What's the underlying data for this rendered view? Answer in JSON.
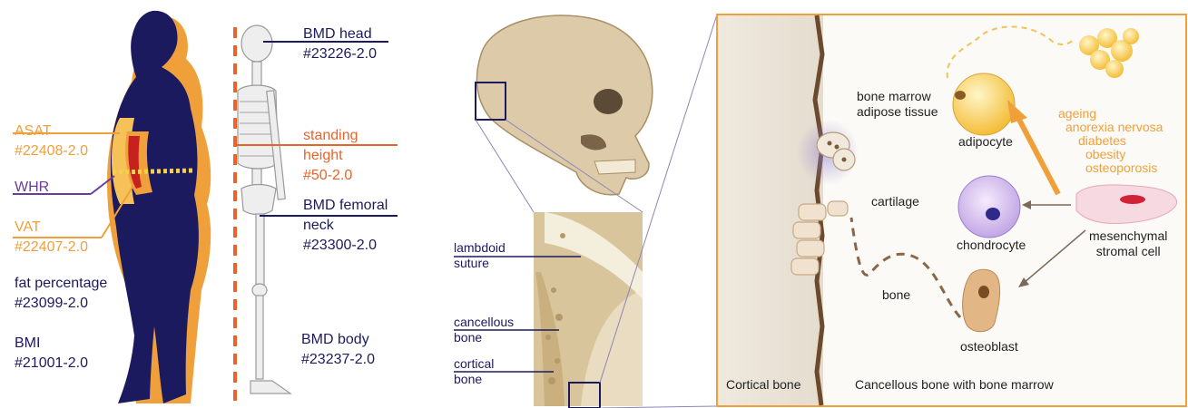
{
  "body_panel": {
    "asat": {
      "name": "ASAT",
      "code": "#22408-2.0"
    },
    "whr": {
      "name": "WHR"
    },
    "vat": {
      "name": "VAT",
      "code": "#22407-2.0"
    },
    "fat": {
      "name": "fat percentage",
      "code": "#23099-2.0"
    },
    "bmi": {
      "name": "BMI",
      "code": "#21001-2.0"
    }
  },
  "skeleton_panel": {
    "bmd_head": {
      "name": "BMD head",
      "code": "#23226-2.0"
    },
    "height": {
      "line1": "standing",
      "line2": "height",
      "code": "#50-2.0"
    },
    "bmd_femoral": {
      "line1": "BMD femoral",
      "line2": "neck",
      "code": "#23300-2.0"
    },
    "bmd_body": {
      "name": "BMD body",
      "code": "#23237-2.0"
    }
  },
  "skull_panel": {
    "lambdoid": {
      "line1": "lambdoid",
      "line2": "suture"
    },
    "cancellous": {
      "line1": "cancellous",
      "line2": "bone"
    },
    "cortical": {
      "line1": "cortical",
      "line2": "bone"
    }
  },
  "marrow_panel": {
    "bone_marrow_adipose": {
      "line1": "bone marrow",
      "line2": "adipose tissue"
    },
    "adipocyte": "adipocyte",
    "factors": [
      "ageing",
      "anorexia nervosa",
      "diabetes",
      "obesity",
      "osteoporosis"
    ],
    "cartilage": "cartilage",
    "chondrocyte": "chondrocyte",
    "msc": {
      "line1": "mesenchymal",
      "line2": "stromal cell"
    },
    "bone": "bone",
    "osteoblast": "osteoblast",
    "cortical_bone": "Cortical bone",
    "cancellous_marrow": "Cancellous bone with bone marrow"
  },
  "colors": {
    "navy": "#1c1a5e",
    "orange": "#f0a03a",
    "red_orange": "#e8642a",
    "purple": "#6a3d9a",
    "panel_border": "#f0a03a"
  },
  "icons": [
    "body-silhouette",
    "skeleton",
    "skull",
    "bone-cross-section",
    "adipocyte-cell",
    "chondrocyte-cell",
    "osteoblast-cell",
    "mesenchymal-cell",
    "fat-cluster"
  ]
}
